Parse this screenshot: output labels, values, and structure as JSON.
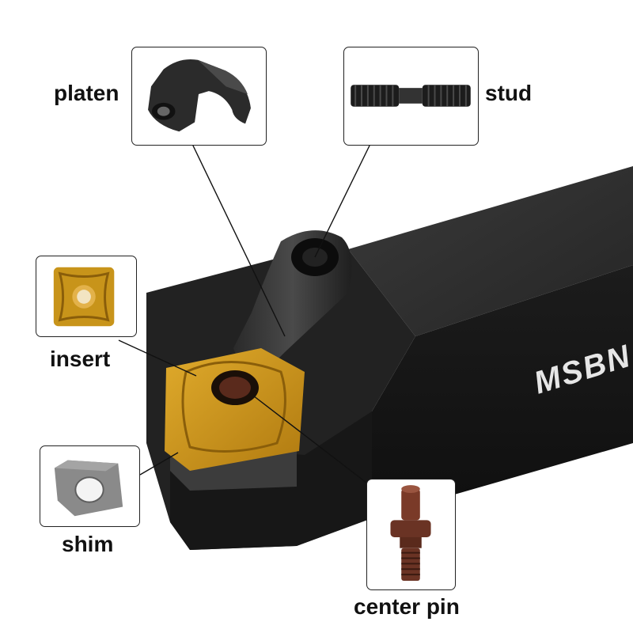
{
  "labels": {
    "platen": "platen",
    "stud": "stud",
    "insert": "insert",
    "shim": "shim",
    "center_pin": "center pin"
  },
  "holder": {
    "engraving": "MSBN"
  },
  "colors": {
    "holder_body": "#1e1e1e",
    "insert_gold": "#c8941a",
    "shim_gray": "#8a8a8a",
    "center_pin_bronze": "#6a3324",
    "callout_border": "#222222",
    "leader_line": "#111111"
  }
}
